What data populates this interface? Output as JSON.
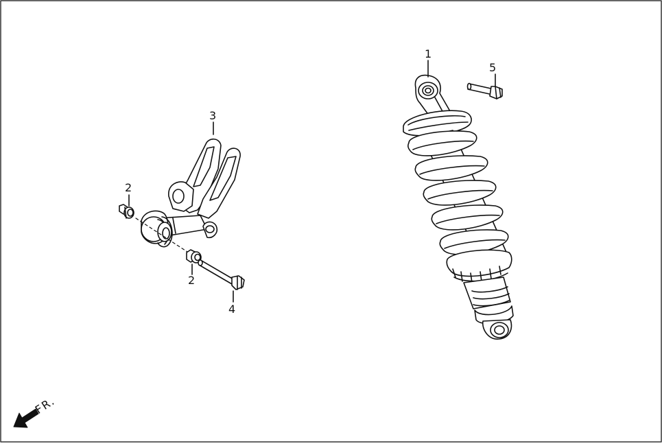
{
  "callouts": [
    {
      "id": "c1",
      "text": "1"
    },
    {
      "id": "c5",
      "text": "5"
    },
    {
      "id": "c3",
      "text": "3"
    },
    {
      "id": "c2a",
      "text": "2"
    },
    {
      "id": "c2b",
      "text": "2"
    },
    {
      "id": "c4",
      "text": "4"
    }
  ],
  "direction": {
    "label": "FR."
  },
  "colors": {
    "line": "#111111",
    "background": "#ffffff",
    "frame": "#333333"
  }
}
